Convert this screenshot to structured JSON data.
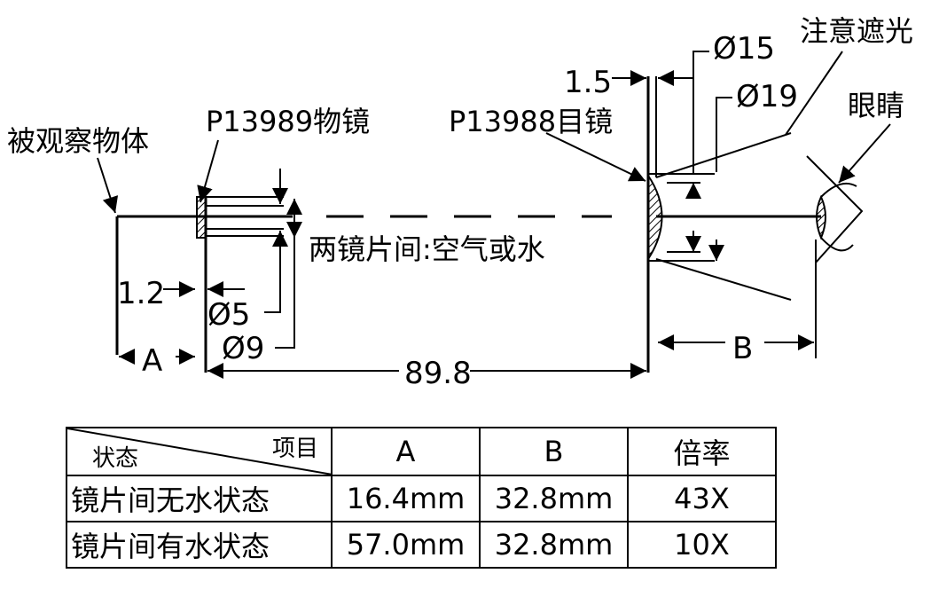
{
  "diagram": {
    "labels": {
      "object": "被观察物体",
      "objective": "P13989物镜",
      "eyepiece": "P13988目镜",
      "shading": "注意遮光",
      "eye": "眼睛",
      "medium": "两镜片间:空气或水"
    },
    "dimensions": {
      "d15": "Ø15",
      "d19": "Ø19",
      "d5": "Ø5",
      "d9": "Ø9",
      "gap": "1.5",
      "offset": "1.2",
      "a": "A",
      "b": "B",
      "length": "89.8"
    }
  },
  "table": {
    "corner_top": "项目",
    "corner_bottom": "状态",
    "headers": [
      "A",
      "B",
      "倍率"
    ],
    "rows": [
      {
        "label": "镜片间无水状态",
        "a": "16.4mm",
        "b": "32.8mm",
        "mag": "43X"
      },
      {
        "label": "镜片间有水状态",
        "a": "57.0mm",
        "b": "32.8mm",
        "mag": "10X"
      }
    ]
  }
}
